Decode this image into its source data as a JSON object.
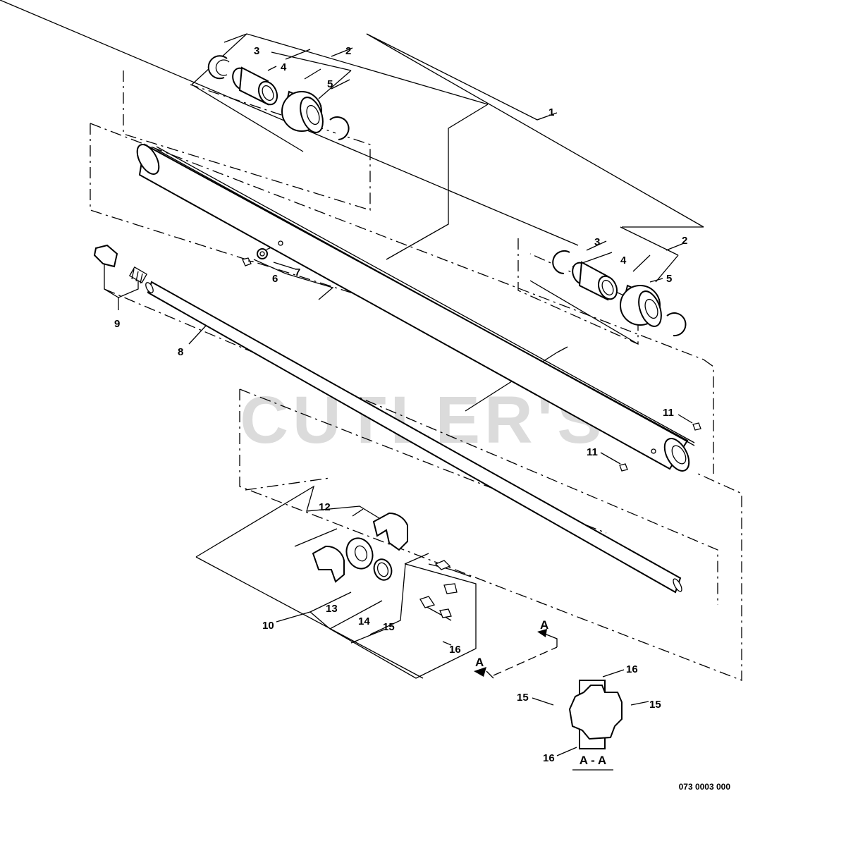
{
  "watermark": "CUTLER'S",
  "drawing_number": "073 0003 000",
  "section": {
    "arrow_label_upper": "A",
    "arrow_label_lower": "A",
    "view_label": "A - A"
  },
  "callouts": {
    "c1": "1",
    "c2_top": "2",
    "c3_top": "3",
    "c4_top": "4",
    "c5_top": "5",
    "c2_right": "2",
    "c3_right": "3",
    "c4_right": "4",
    "c5_right": "5",
    "c6": "6",
    "c7": "7",
    "c8": "8",
    "c9": "9",
    "c10": "10",
    "c11_upper": "11",
    "c11_lower": "11",
    "c12": "12",
    "c13": "13",
    "c14": "14",
    "c15": "15",
    "c16": "16",
    "sec15_left": "15",
    "sec15_right": "15",
    "sec16_top": "16",
    "sec16_bottom": "16"
  }
}
